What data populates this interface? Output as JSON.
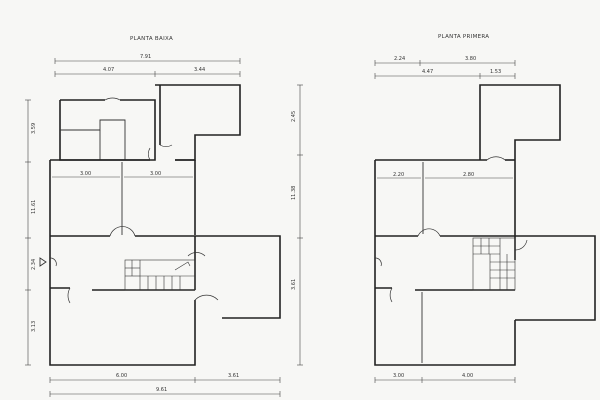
{
  "plans": {
    "ground": {
      "title": "PLANTA BAIXA",
      "dims": {
        "top_total": "7.91",
        "top_left": "4.07",
        "top_right": "3.44",
        "left_1": "3.59",
        "left_2": "11.61",
        "left_3": "2.34",
        "left_4": "3.13",
        "right_vertical_upper": "2.45",
        "right_vertical_mid": "11.38",
        "right_vertical_low": "3.61",
        "room_left": "3.00",
        "room_right": "3.00",
        "bottom_left": "6.00",
        "bottom_right": "3.61",
        "bottom_total": "9.61"
      }
    },
    "first": {
      "title": "PLANTA PRIMERA",
      "dims": {
        "top_left": "2.24",
        "top_right": "3.80",
        "top_total": "4.47",
        "top_extra": "1.53",
        "room_left": "2.20",
        "room_right": "2.80",
        "bottom_left": "3.00",
        "bottom_right": "4.00"
      }
    }
  }
}
